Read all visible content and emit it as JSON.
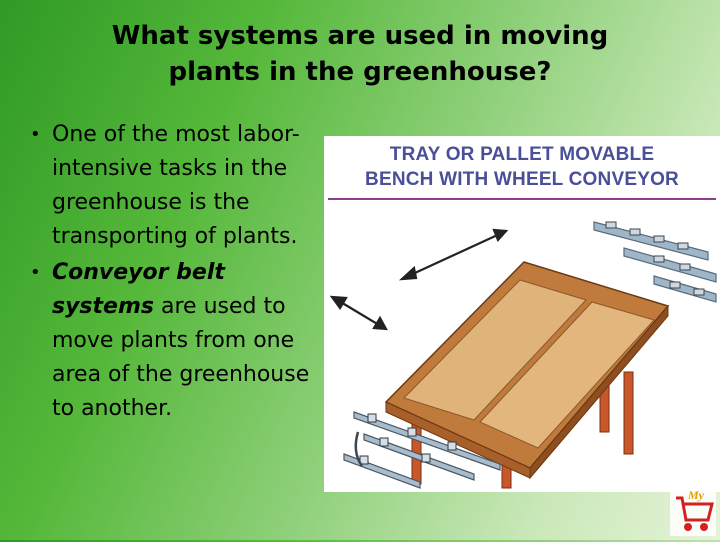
{
  "slide": {
    "title_line1": "What systems are used in moving",
    "title_line2": "plants in the greenhouse?"
  },
  "bullets": [
    {
      "text": "One of the most labor-intensive tasks in the greenhouse is the transporting of plants."
    },
    {
      "emphasis": "Conveyor belt systems",
      "text": " are used to move plants from one area of the greenhouse to another."
    }
  ],
  "figure": {
    "title_line1": "TRAY OR PALLET MOVABLE",
    "title_line2": "BENCH WITH WHEEL CONVEYOR",
    "title_color": "#4a4f9a",
    "rule_color": "#8a3f8f"
  },
  "logo": {
    "icon": "shopping-cart-icon",
    "label": "My"
  }
}
